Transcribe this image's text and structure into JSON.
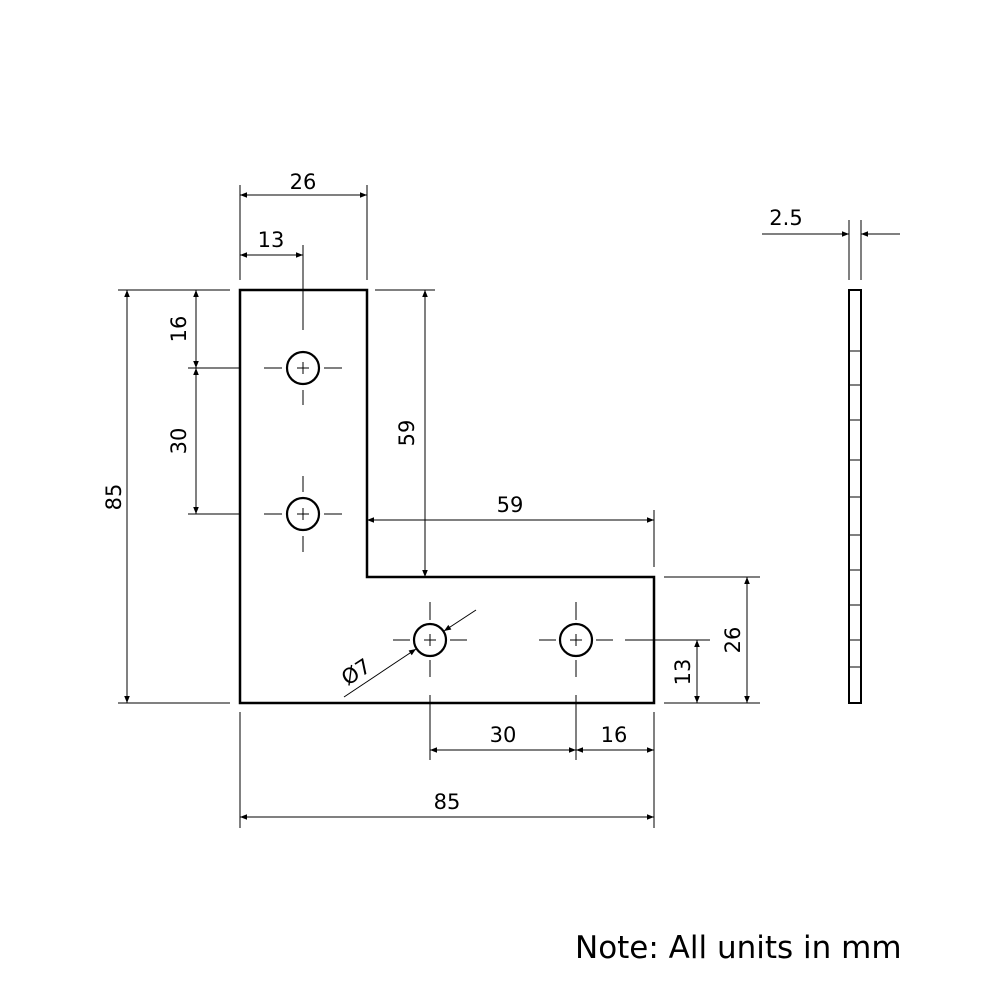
{
  "drawing": {
    "dims": {
      "top_width": "26",
      "top_hole_offset": "13",
      "overall_height": "85",
      "hole1_from_top": "16",
      "hole_spacing_vertical": "30",
      "inner_height": "59",
      "inner_width": "59",
      "leg_height": "26",
      "hole_row_height": "13",
      "hole_spacing_horizontal": "30",
      "hole_from_right": "16",
      "overall_width": "85",
      "thickness": "2.5",
      "hole_diameter": "Ø7"
    },
    "note": "Note: All units in mm",
    "line_color": "#000000"
  }
}
